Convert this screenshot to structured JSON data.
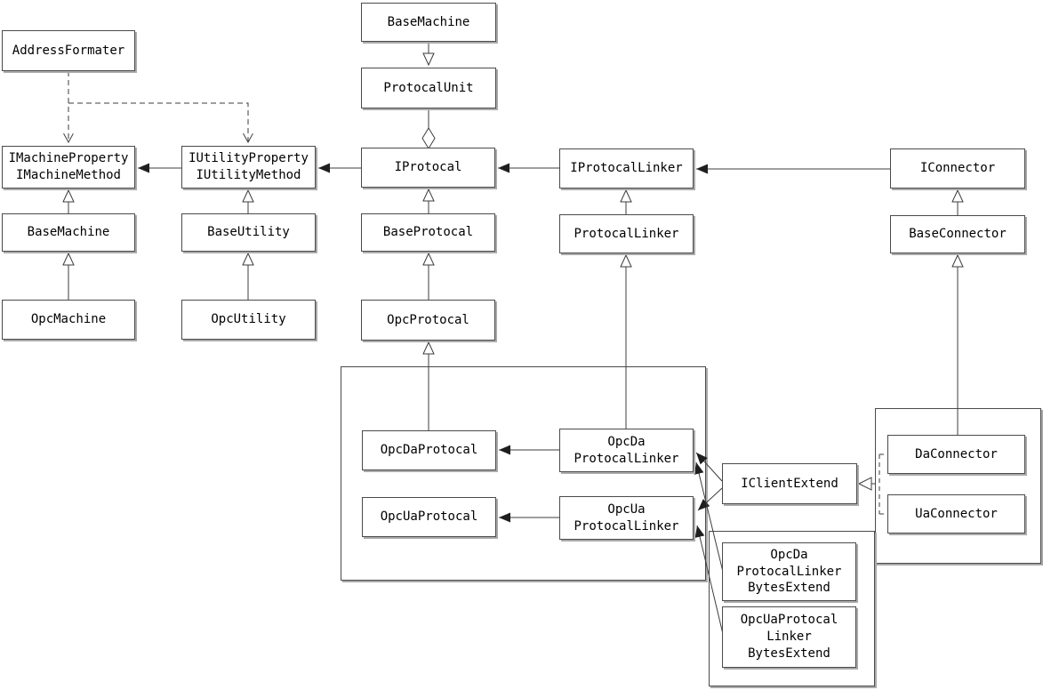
{
  "diagram": {
    "kind": "uml-class-diagram",
    "background_color": "#ffffff",
    "line_color": "#3d3d3d",
    "box_border_color": "#4a4a4a",
    "box_fill_color": "#ffffff",
    "nodes": {
      "address_formater": {
        "label": "AddressFormater"
      },
      "base_machine_top": {
        "label": "BaseMachine"
      },
      "protocal_unit": {
        "label": "ProtocalUnit"
      },
      "i_machine": {
        "label": "IMachineProperty\nIMachineMethod"
      },
      "i_utility": {
        "label": "IUtilityProperty\nIUtilityMethod"
      },
      "i_protocal": {
        "label": "IProtocal"
      },
      "i_protocal_linker": {
        "label": "IProtocalLinker"
      },
      "i_connector": {
        "label": "IConnector"
      },
      "base_machine": {
        "label": "BaseMachine"
      },
      "base_utility": {
        "label": "BaseUtility"
      },
      "base_protocal": {
        "label": "BaseProtocal"
      },
      "protocal_linker": {
        "label": "ProtocalLinker"
      },
      "base_connector": {
        "label": "BaseConnector"
      },
      "opc_machine": {
        "label": "OpcMachine"
      },
      "opc_utility": {
        "label": "OpcUtility"
      },
      "opc_protocal": {
        "label": "OpcProtocal"
      },
      "opc_da_protocal": {
        "label": "OpcDaProtocal"
      },
      "opc_da_protocal_linker": {
        "label": "OpcDa\nProtocalLinker"
      },
      "opc_ua_protocal": {
        "label": "OpcUaProtocal"
      },
      "opc_ua_protocal_linker": {
        "label": "OpcUa\nProtocalLinker"
      },
      "i_client_extend": {
        "label": "IClientExtend"
      },
      "da_connector": {
        "label": "DaConnector"
      },
      "ua_connector": {
        "label": "UaConnector"
      },
      "opc_da_pl_bytes_extend": {
        "label": "OpcDa\nProtocalLinker\nBytesExtend"
      },
      "opc_ua_pl_bytes_extend": {
        "label": "OpcUaProtocal\nLinker\nBytesExtend"
      }
    },
    "edges": [
      {
        "from": "AddressFormater",
        "to": "IMachineProperty/IMachineMethod",
        "type": "dependency-dashed-open-arrow"
      },
      {
        "from": "AddressFormater",
        "to": "IUtilityProperty/IUtilityMethod",
        "type": "dependency-dashed-open-arrow"
      },
      {
        "from": "IProtocal",
        "to": "IUtilityProperty/IUtilityMethod",
        "type": "association-filled-arrow"
      },
      {
        "from": "IUtilityProperty/IUtilityMethod",
        "to": "IMachineProperty/IMachineMethod",
        "type": "association-filled-arrow"
      },
      {
        "from": "IProtocalLinker",
        "to": "IProtocal",
        "type": "association-filled-arrow"
      },
      {
        "from": "IConnector",
        "to": "IProtocalLinker",
        "type": "association-filled-arrow"
      },
      {
        "from": "BaseMachine",
        "to": "ProtocalUnit",
        "type": "generalization-hollow-triangle-down"
      },
      {
        "from": "ProtocalUnit",
        "to": "IProtocal",
        "type": "aggregation-hollow-diamond"
      },
      {
        "from": "BaseMachine",
        "to": "IMachineProperty/IMachineMethod",
        "type": "generalization-hollow-triangle"
      },
      {
        "from": "OpcMachine",
        "to": "BaseMachine",
        "type": "generalization-hollow-triangle"
      },
      {
        "from": "BaseUtility",
        "to": "IUtilityProperty/IUtilityMethod",
        "type": "generalization-hollow-triangle"
      },
      {
        "from": "OpcUtility",
        "to": "BaseUtility",
        "type": "generalization-hollow-triangle"
      },
      {
        "from": "BaseProtocal",
        "to": "IProtocal",
        "type": "generalization-hollow-triangle"
      },
      {
        "from": "OpcProtocal",
        "to": "BaseProtocal",
        "type": "generalization-hollow-triangle"
      },
      {
        "from": "OpcDaProtocal",
        "to": "OpcProtocal",
        "type": "generalization-hollow-triangle"
      },
      {
        "from": "ProtocalLinker",
        "to": "IProtocalLinker",
        "type": "generalization-hollow-triangle"
      },
      {
        "from": "OpcDa ProtocalLinker",
        "to": "ProtocalLinker",
        "type": "generalization-hollow-triangle"
      },
      {
        "from": "BaseConnector",
        "to": "IConnector",
        "type": "generalization-hollow-triangle"
      },
      {
        "from": "DaConnector",
        "to": "BaseConnector",
        "type": "generalization-hollow-triangle"
      },
      {
        "from": "OpcDa ProtocalLinker",
        "to": "OpcDaProtocal",
        "type": "association-filled-arrow"
      },
      {
        "from": "OpcUa ProtocalLinker",
        "to": "OpcUaProtocal",
        "type": "association-filled-arrow"
      },
      {
        "from": "IClientExtend",
        "to": "OpcDa ProtocalLinker",
        "type": "association-filled-arrow"
      },
      {
        "from": "IClientExtend",
        "to": "OpcUa ProtocalLinker",
        "type": "association-filled-arrow"
      },
      {
        "from": "OpcDa ProtocalLinker BytesExtend",
        "to": "OpcDa ProtocalLinker",
        "type": "association-filled-arrow"
      },
      {
        "from": "OpcUaProtocal Linker BytesExtend",
        "to": "OpcUa ProtocalLinker",
        "type": "association-filled-arrow"
      },
      {
        "from": "DaConnector",
        "to": "IClientExtend",
        "type": "realization-dashed-hollow-triangle"
      },
      {
        "from": "UaConnector",
        "to": "IClientExtend",
        "type": "realization-dashed-hollow-triangle"
      }
    ]
  }
}
